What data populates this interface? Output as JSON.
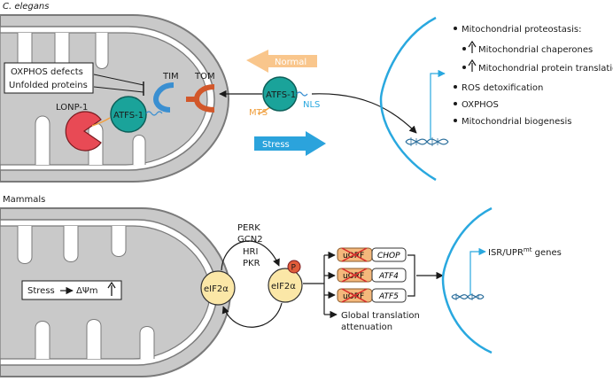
{
  "top": {
    "section_label": "C. elegans",
    "oxphos_line1": "OXPHOS defects",
    "oxphos_line2": "Unfolded proteins",
    "tim": "TIM",
    "tom": "TOM",
    "lonp": "LONP-1",
    "atfs_inside": "ATFS-1",
    "atfs_outside": "ATFS-1",
    "mts": "MTS",
    "nls": "NLS",
    "normal": "Normal",
    "stress": "Stress",
    "outcomes": [
      {
        "text": "Mitochondrial proteostasis:",
        "bullet": true,
        "arrow": false
      },
      {
        "text": "Mitochondrial chaperones",
        "bullet": true,
        "arrow": true
      },
      {
        "text": "Mitochondrial protein translation",
        "bullet": true,
        "arrow": true
      },
      {
        "text": "ROS detoxification",
        "bullet": true,
        "arrow": false
      },
      {
        "text": "OXPHOS",
        "bullet": true,
        "arrow": false
      },
      {
        "text": "Mitochondrial biogenesis",
        "bullet": true,
        "arrow": false
      }
    ]
  },
  "bottom": {
    "section_label": "Mammals",
    "stress_word": "Stress",
    "delta_psi": "ΔΨm",
    "kinases": [
      "PERK",
      "GCN2",
      "HRI",
      "PKR"
    ],
    "eif2a_left": "eIF2α",
    "eif2a_right": "eIF2α",
    "phospho": "P",
    "uorf": "uORF",
    "genes": [
      "CHOP",
      "ATF4",
      "ATF5"
    ],
    "global_line1": "Global translation",
    "global_line2": "attenuation",
    "isr_prefix": "ISR/UPR",
    "isr_sup": "mt",
    "isr_suffix": " genes"
  },
  "colors": {
    "mito_fill": "#c9c9c9",
    "mito_stroke": "#7a7a7a",
    "blue_nucleus": "#29a8df",
    "orange_arrow": "#f9c68c",
    "stress_arrow": "#2ba3dc",
    "tim_blue": "#3a8fd1",
    "tom_orange": "#d2572a",
    "lonp_red": "#e84a55",
    "atfs_teal": "#1aa39a",
    "eif_fill": "#fbe7a7",
    "phospho_red": "#e05c3a",
    "uorf_fill": "#f4b87c",
    "cross_red": "#d92a2a"
  }
}
